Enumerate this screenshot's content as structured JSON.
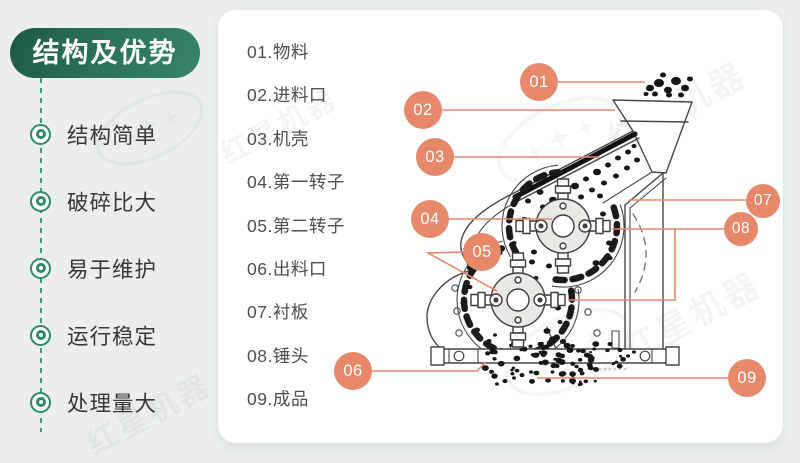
{
  "header": {
    "title": "结构及优势"
  },
  "sidebar": {
    "items": [
      {
        "label": "结构简单"
      },
      {
        "label": "破碎比大"
      },
      {
        "label": "易于维护"
      },
      {
        "label": "运行稳定"
      },
      {
        "label": "处理量大"
      }
    ]
  },
  "parts": {
    "items": [
      "01.物料",
      "02.进料口",
      "03.机壳",
      "04.第一转子",
      "05.第二转子",
      "06.出料口",
      "07.衬板",
      "08.锤头",
      "09.成品"
    ]
  },
  "diagram": {
    "badges": [
      "01",
      "02",
      "03",
      "04",
      "05",
      "06",
      "07",
      "08",
      "09"
    ]
  },
  "watermark": {
    "text": "红星机器"
  },
  "colors": {
    "accent_orange": "#E8886A",
    "brand_green": "#2A7257",
    "line_green": "#43997A"
  }
}
